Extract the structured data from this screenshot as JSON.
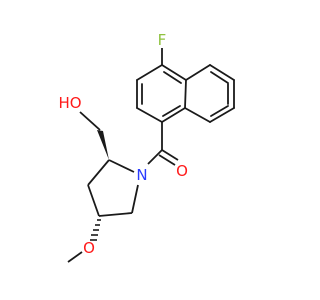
{
  "molecule": {
    "atoms": {
      "fluorine": "F",
      "carbonyl_oxygen": "O",
      "nitrogen": "N",
      "methoxy_oxygen": "O",
      "hydroxyl": "HO"
    },
    "colors": {
      "bond": "#1a1a1a",
      "fluorine": "#8fc23f",
      "oxygen": "#ff1a1a",
      "nitrogen": "#2a3cff"
    }
  }
}
